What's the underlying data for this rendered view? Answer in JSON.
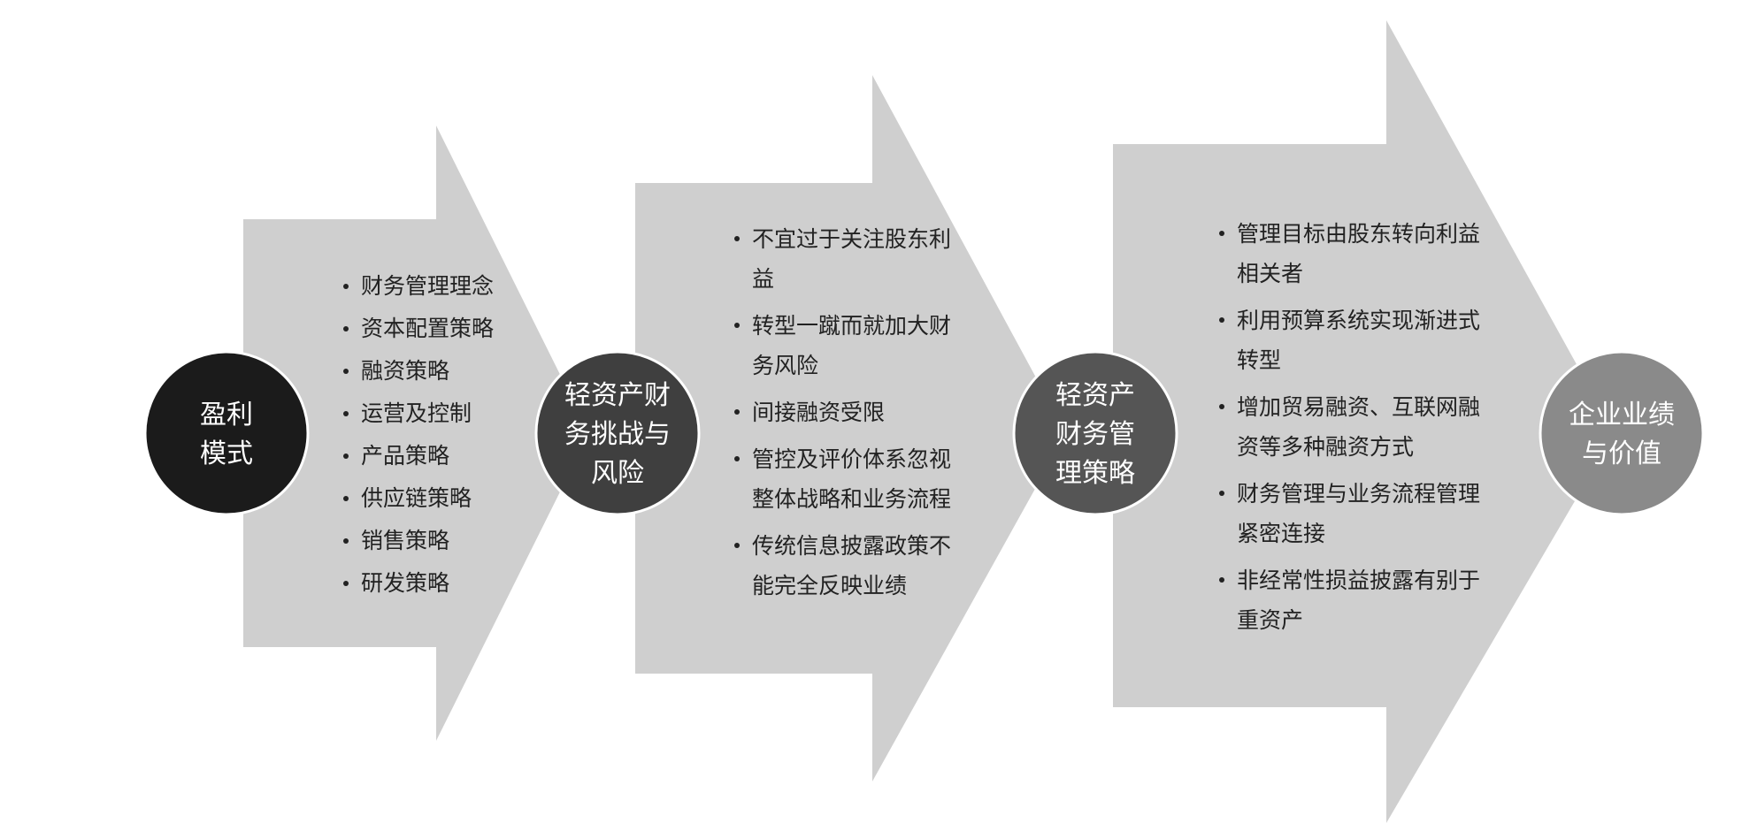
{
  "nodes": [
    {
      "label": "盈利模式",
      "lines": [
        "盈利",
        "模式"
      ],
      "color": "#1b1b1b"
    },
    {
      "label": "轻资产财务挑战与风险",
      "lines": [
        "轻资产财",
        "务挑战与",
        "风险"
      ],
      "color": "#3f3f3f"
    },
    {
      "label": "轻资产财务管理策略",
      "lines": [
        "轻资产",
        "财务管",
        "理策略"
      ],
      "color": "#555555"
    },
    {
      "label": "企业业绩与价值",
      "lines": [
        "企业业绩",
        "与价值"
      ],
      "color": "#8a8a8a"
    }
  ],
  "groups": [
    {
      "items": [
        "财务管理理念",
        "资本配置策略",
        "融资策略",
        "运营及控制",
        "产品策略",
        "供应链策略",
        "销售策略",
        "研发策略"
      ]
    },
    {
      "items": [
        "不宜过于关注股东利益",
        "转型一蹴而就加大财务风险",
        "间接融资受限",
        "管控及评价体系忽视整体战略和业务流程",
        "传统信息披露政策不能完全反映业绩"
      ]
    },
    {
      "items": [
        "管理目标由股东转向利益相关者",
        "利用预算系统实现渐进式转型",
        "增加贸易融资、互联网融资等多种融资方式",
        "财务管理与业务流程管理紧密连接",
        "非经常性损益披露有别于重资产"
      ]
    }
  ]
}
